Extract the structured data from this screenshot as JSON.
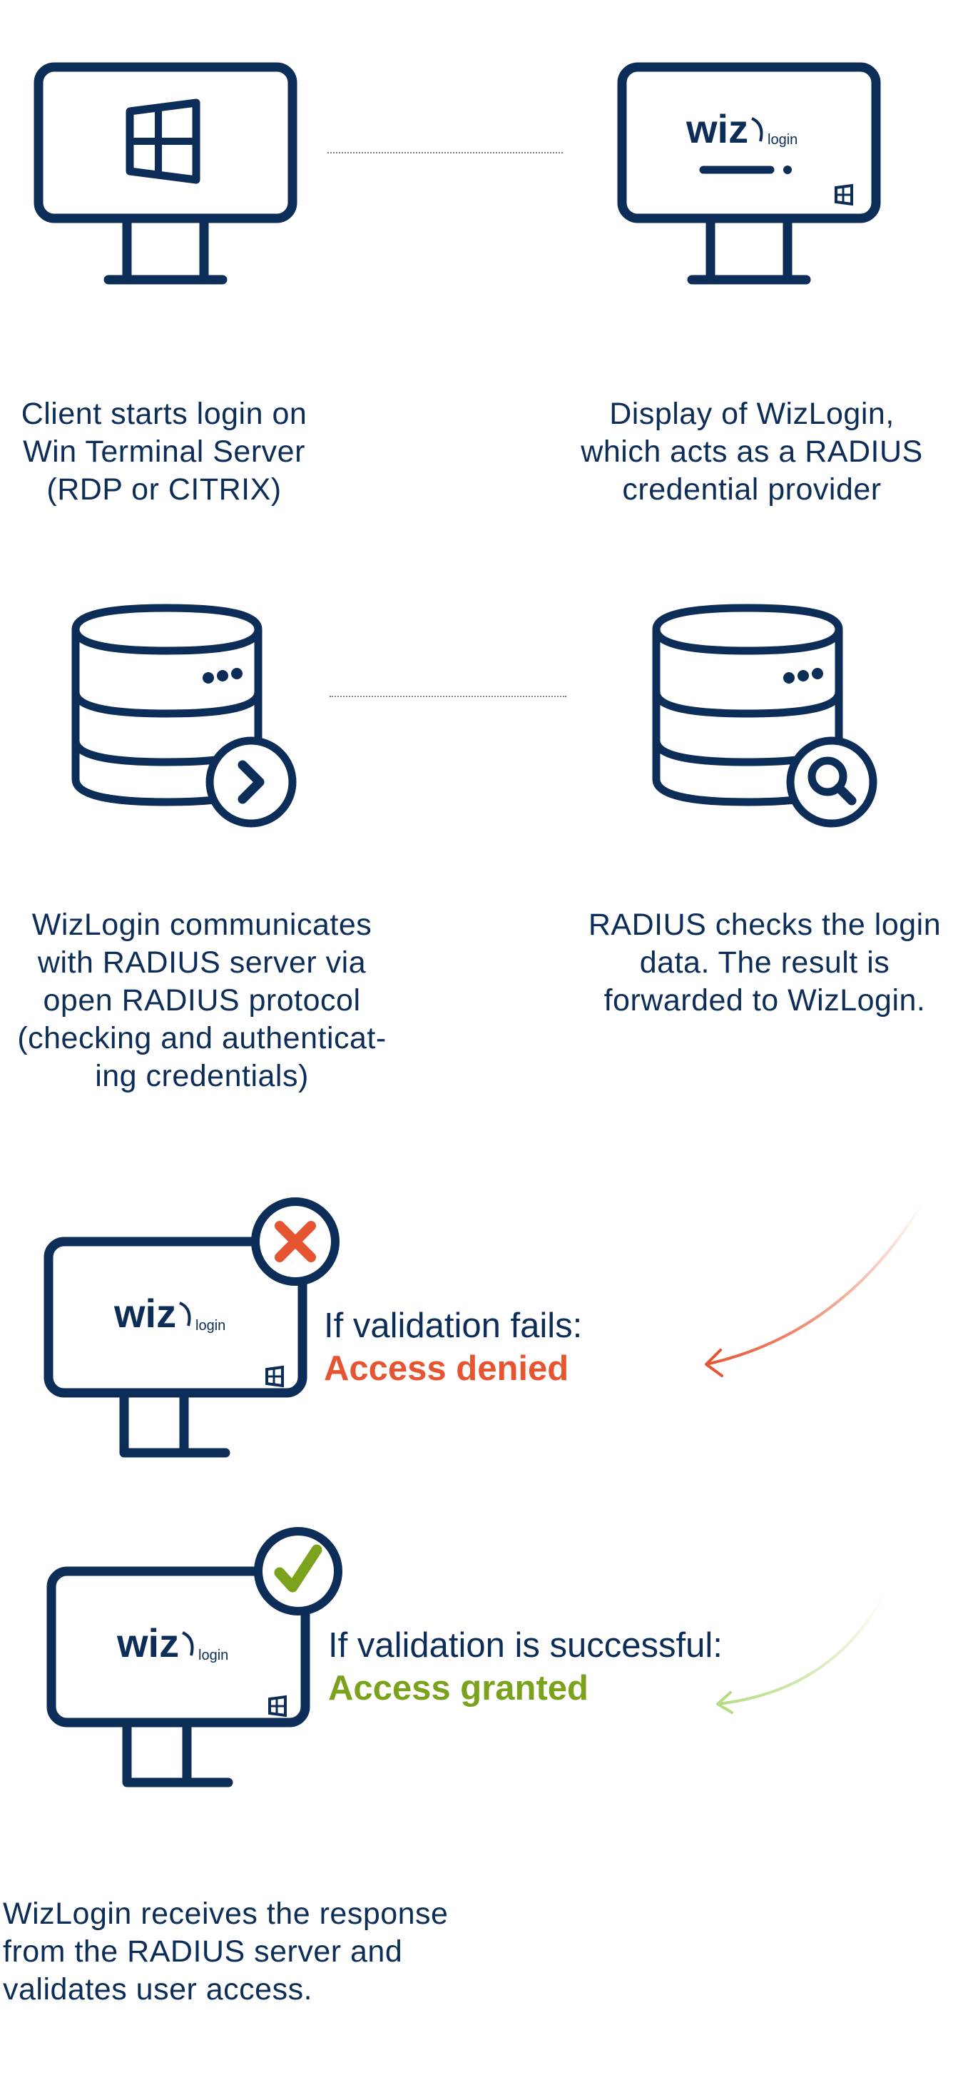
{
  "colors": {
    "navy": "#0c2d57",
    "denied_red": "#e55531",
    "granted_green": "#7ba21c",
    "arrow_green": "#b6dc84"
  },
  "logo": {
    "brand": "wiz",
    "suffix": "login"
  },
  "steps": {
    "client_login": "Client starts login on Win Terminal Server (RDP or CITRIX)",
    "display_wizlogin": "Display of WizLogin, which acts as a RADIUS credential provider",
    "communicates": "WizLogin communicates with RADIUS server via open RADIUS protocol (checking and authenticat- ing credentials)",
    "radius_checks": "RADIUS checks the login data. The result is forwarded to WizLogin.",
    "receives_response": "WizLogin receives the response from the RADIUS server and validates user access."
  },
  "outcomes": {
    "fail": {
      "condition": "If validation fails:",
      "result": "Access denied"
    },
    "success": {
      "condition": "If validation is successful:",
      "result": "Access granted"
    }
  },
  "icons": {
    "client_monitor": "windows-monitor-icon",
    "wizlogin_monitor": "wizlogin-monitor-icon",
    "database_forward": "database-forward-icon",
    "database_search": "database-search-icon",
    "denied_monitor": "denied-monitor-icon",
    "granted_monitor": "granted-monitor-icon"
  }
}
